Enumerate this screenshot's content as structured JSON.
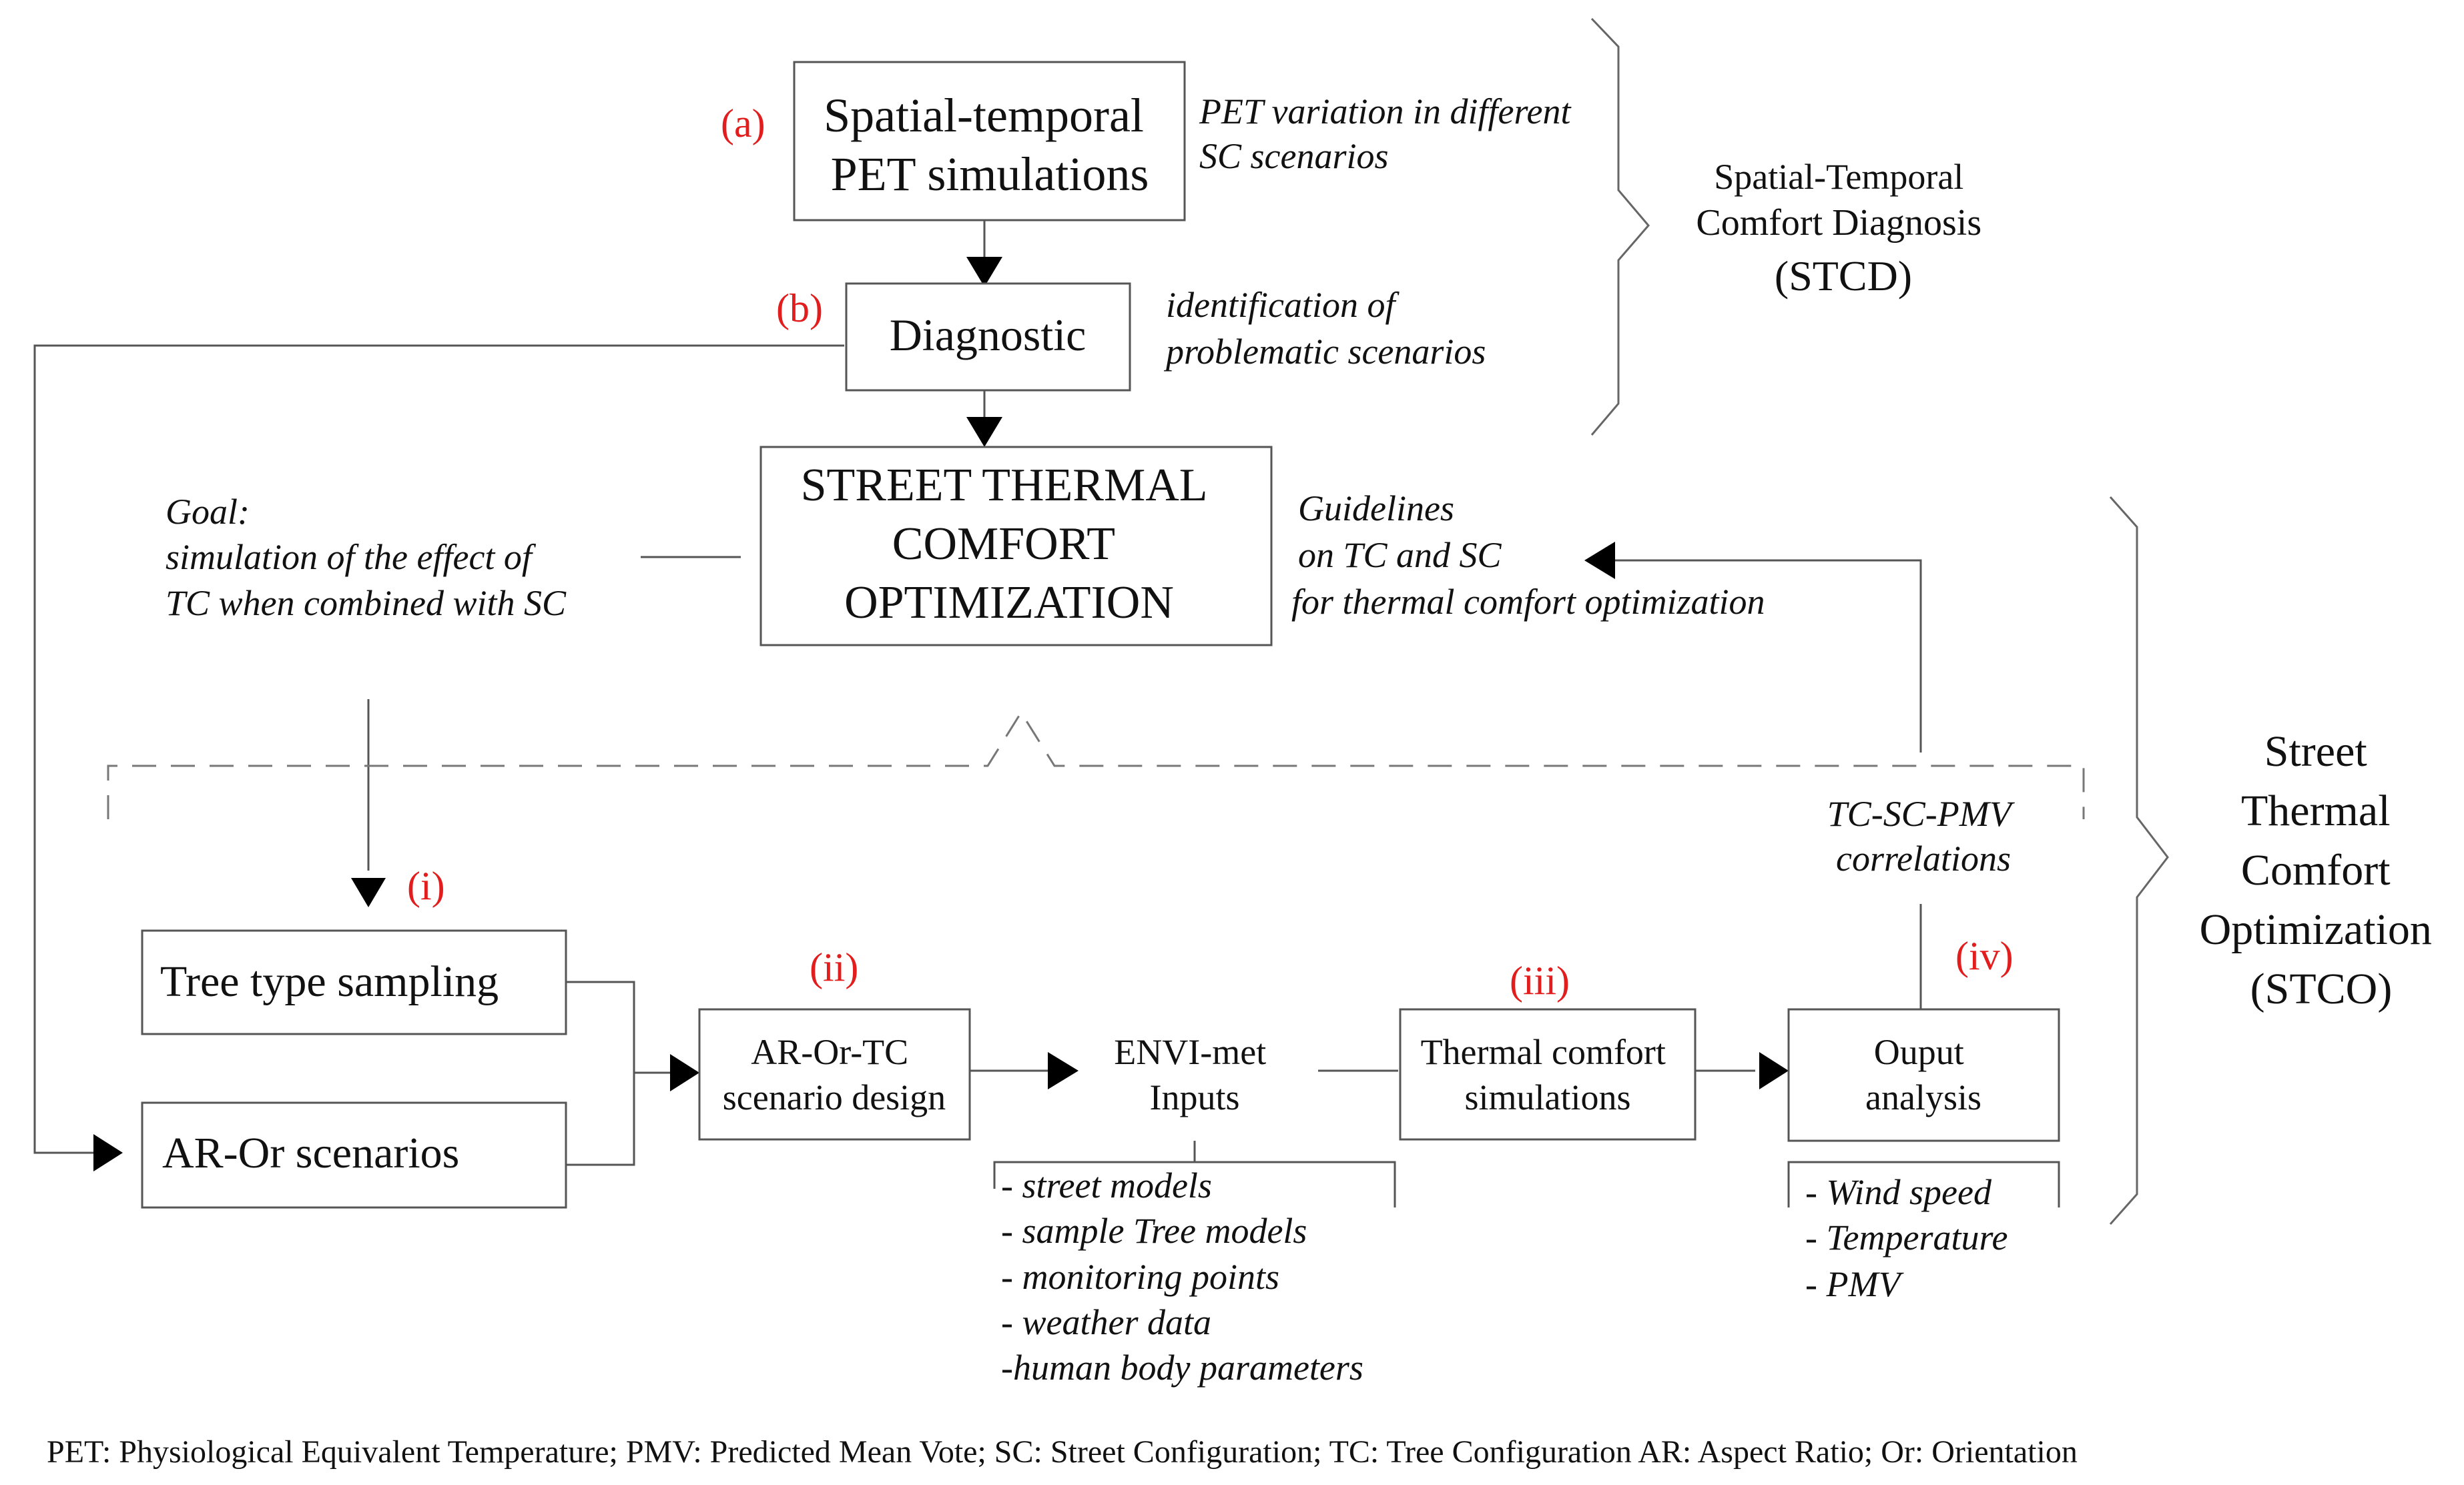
{
  "labels": {
    "a": "(a)",
    "b": "(b)",
    "i": "(i)",
    "ii": "(ii)",
    "iii": "(iii)",
    "iv": "(iv)"
  },
  "boxes": {
    "pet_sim": [
      "Spatial-temporal",
      "PET simulations"
    ],
    "diagnostic": "Diagnostic",
    "stco_main": [
      "STREET THERMAL",
      "COMFORT",
      "OPTIMIZATION"
    ],
    "tree_sampling": "Tree type sampling",
    "ar_or": "AR-Or scenarios",
    "scenario_design": [
      "AR-Or-TC",
      "scenario design"
    ],
    "envi_met": [
      "ENVI-met",
      "Inputs"
    ],
    "tc_sim": [
      "Thermal comfort",
      "simulations"
    ],
    "output": [
      "Ouput",
      "analysis"
    ]
  },
  "annotations": {
    "pet_variation": [
      "PET variation in different",
      "SC scenarios"
    ],
    "identification": [
      "identification of",
      "problematic scenarios"
    ],
    "goal": [
      "Goal:",
      "simulation of  the effect of",
      "TC when combined with SC"
    ],
    "guidelines": [
      "Guidelines",
      "on TC and SC",
      "for thermal comfort optimization"
    ],
    "correlations": [
      "TC-SC-PMV",
      "correlations"
    ]
  },
  "lists": {
    "envi_inputs": [
      "- street models",
      "- sample Tree models",
      "- monitoring points",
      "- weather data",
      "-human body parameters"
    ],
    "outputs": [
      "- Wind speed",
      "- Temperature",
      "- PMV"
    ]
  },
  "groups": {
    "stcd": [
      "Spatial-Temporal",
      "Comfort Diagnosis",
      "(STCD)"
    ],
    "stco": [
      "Street",
      "Thermal",
      "Comfort",
      "Optimization",
      "(STCO)"
    ]
  },
  "footnote": "PET: Physiological Equivalent Temperature; PMV: Predicted Mean Vote; SC: Street Configuration; TC: Tree Configuration AR: Aspect Ratio; Or: Orientation",
  "colors": {
    "label_red": "#e21d1d",
    "line": "#555555"
  }
}
